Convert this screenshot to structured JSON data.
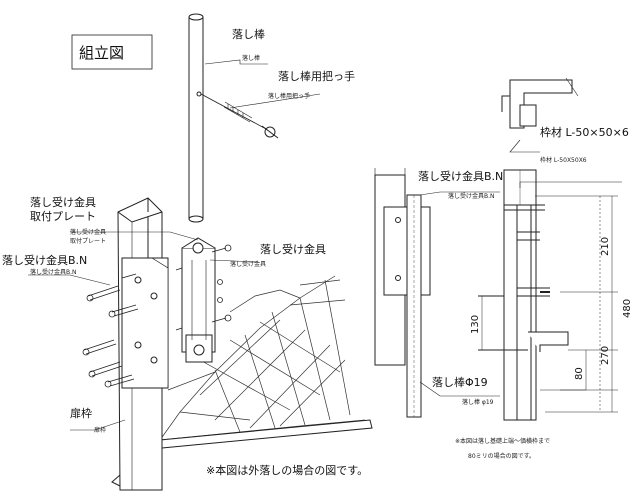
{
  "title": "組立図",
  "labels": {
    "otoshibo": "落し棒",
    "otoshibo_small": "落し棒",
    "handle": "落し棒用把っ手",
    "handle_small": "落し棒用把っ手",
    "receiver": "落し受け金具",
    "receiver_small": "落し受け金具",
    "receiver_plate_l1": "落し受け金具",
    "receiver_plate_l2": "取付プレート",
    "receiver_plate_small_l1": "落し受け金具",
    "receiver_plate_small_l2": "取付プレート",
    "receiver_bn": "落し受け金具B.N",
    "receiver_bn_small": "落し受け金具B.N",
    "frame": "扉枠",
    "frame_small": "扉枠",
    "right_bn": "落し受け金具B.N",
    "right_bn_small": "落し受け金具B.N",
    "waku": "枠材 L-50×50×6",
    "waku_small": "枠材 L-50X50X6",
    "bar19": "落し棒Φ19",
    "bar19_small": "落し棒 φ19",
    "note_main": "※本図は外落しの場合の図です。",
    "note_r1": "※本図は落し基礎上端～価横枠まで",
    "note_r2": "80ミリの場合の図です。"
  },
  "dimensions": {
    "d210": "210",
    "d480": "480",
    "d270": "270",
    "d130": "130",
    "d80": "80"
  }
}
